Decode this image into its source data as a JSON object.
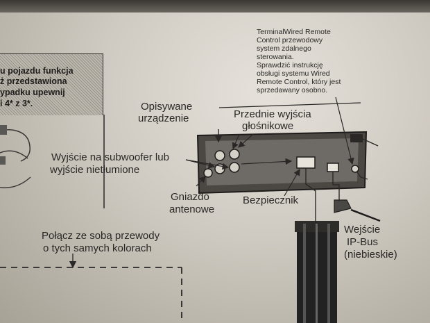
{
  "left_box": {
    "lines": [
      "u pojazdu funkcja",
      "ż przedstawiona",
      "ypadku upewnij",
      "i 4* z 3*."
    ]
  },
  "labels": {
    "remote_control": [
      "TerminalWired Remote",
      "Control przewodowy",
      "system zdalnego",
      "sterowania.",
      "Sprawdzić instrukcję",
      "obsługi systemu Wired",
      "Remote Control, który jest",
      "sprzedawany osobno."
    ],
    "described_device": [
      "Opisywane",
      "urządzenie"
    ],
    "front_outputs": [
      "Przednie wyjścia",
      "głośnikowe"
    ],
    "subwoofer": [
      "Wyjście na subwoofer lub",
      "wyjście nietłumione"
    ],
    "antenna": [
      "Gniazdo",
      "antenowe"
    ],
    "fuse": "Bezpiecznik",
    "ip_bus": [
      "Wejście",
      "IP-Bus",
      "(niebieskie)"
    ],
    "connect_wires": [
      "Połącz ze sobą przewody",
      "o tych samych kolorach"
    ]
  }
}
